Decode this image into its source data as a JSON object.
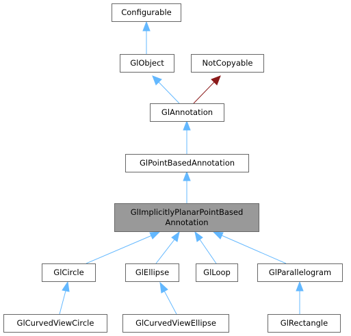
{
  "nodes": {
    "configurable": "Configurable",
    "globject": "GlObject",
    "notcopyable": "NotCopyable",
    "glannotation": "GlAnnotation",
    "glpointbased": "GlPointBasedAnnotation",
    "glimplicit_line1": "GlImplicitlyPlanarPointBased",
    "glimplicit_line2": "Annotation",
    "glcircle": "GlCircle",
    "glellipse": "GlEllipse",
    "glloop": "GlLoop",
    "glparallelogram": "GlParallelogram",
    "glcurvedviewcircle": "GlCurvedViewCircle",
    "glcurvedviewellipse": "GlCurvedViewEllipse",
    "glrectangle": "GlRectangle"
  },
  "colors": {
    "inheritance_edge": "#63b8ff",
    "private_edge": "#8b1a1a",
    "highlight_fill": "#999999",
    "node_border": "#666666"
  }
}
